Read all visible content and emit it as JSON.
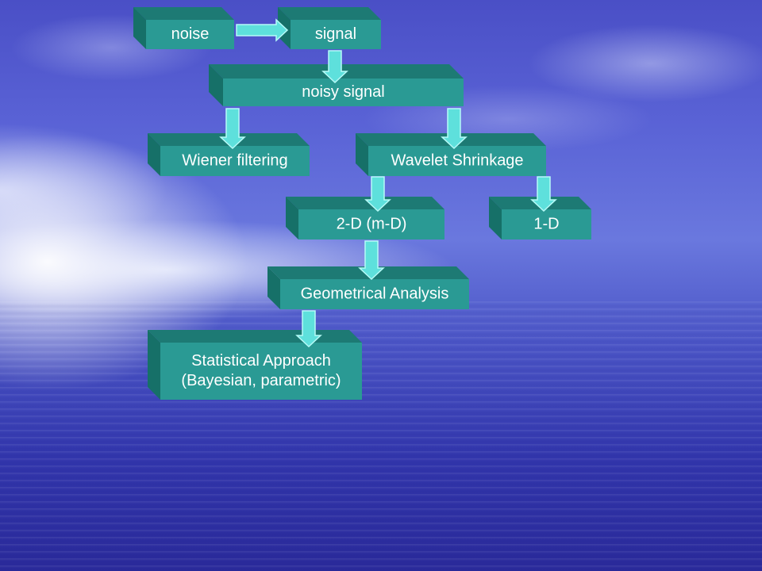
{
  "diagram": {
    "nodes": [
      {
        "id": "noise",
        "lines": [
          "noise"
        ]
      },
      {
        "id": "signal",
        "lines": [
          "signal"
        ]
      },
      {
        "id": "noisy-signal",
        "lines": [
          "noisy signal"
        ]
      },
      {
        "id": "wiener-filtering",
        "lines": [
          "Wiener filtering"
        ]
      },
      {
        "id": "wavelet-shrinkage",
        "lines": [
          "Wavelet Shrinkage"
        ]
      },
      {
        "id": "2d-md",
        "lines": [
          "2-D (m-D)"
        ]
      },
      {
        "id": "1d",
        "lines": [
          "1-D"
        ]
      },
      {
        "id": "geometrical-analysis",
        "lines": [
          "Geometrical Analysis"
        ]
      },
      {
        "id": "statistical-approach",
        "lines": [
          "Statistical Approach",
          "(Bayesian, parametric)"
        ]
      }
    ],
    "edges": [
      {
        "from": "noise",
        "to": "signal"
      },
      {
        "from": "signal",
        "to": "noisy-signal"
      },
      {
        "from": "noisy-signal",
        "to": "wiener-filtering"
      },
      {
        "from": "noisy-signal",
        "to": "wavelet-shrinkage"
      },
      {
        "from": "wavelet-shrinkage",
        "to": "2d-md"
      },
      {
        "from": "wavelet-shrinkage",
        "to": "1d"
      },
      {
        "from": "2d-md",
        "to": "geometrical-analysis"
      },
      {
        "from": "geometrical-analysis",
        "to": "statistical-approach"
      }
    ],
    "colors": {
      "box_face": "#2a9a94",
      "box_top": "#1d7a74",
      "box_side": "#167068",
      "arrow_fill": "#5ee0dc",
      "arrow_stroke": "#b6fbf8",
      "label": "#ffffff"
    }
  }
}
